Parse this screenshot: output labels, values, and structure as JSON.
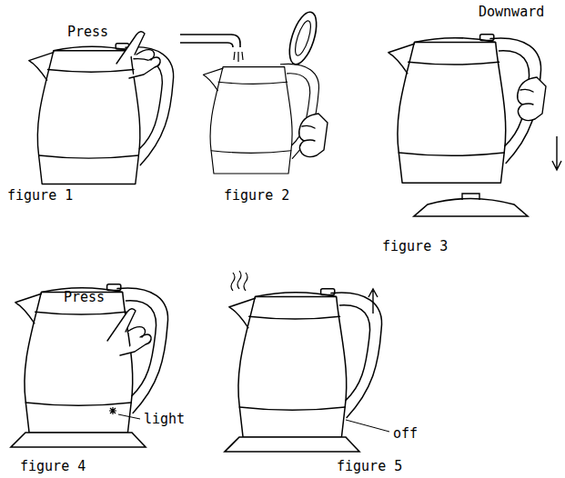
{
  "diagram": {
    "labels": [
      "Press",
      "figure 1",
      "figure 2",
      "Downward",
      "figure 3",
      "Press",
      "light",
      "figure 4",
      "off",
      "figure 5"
    ]
  }
}
